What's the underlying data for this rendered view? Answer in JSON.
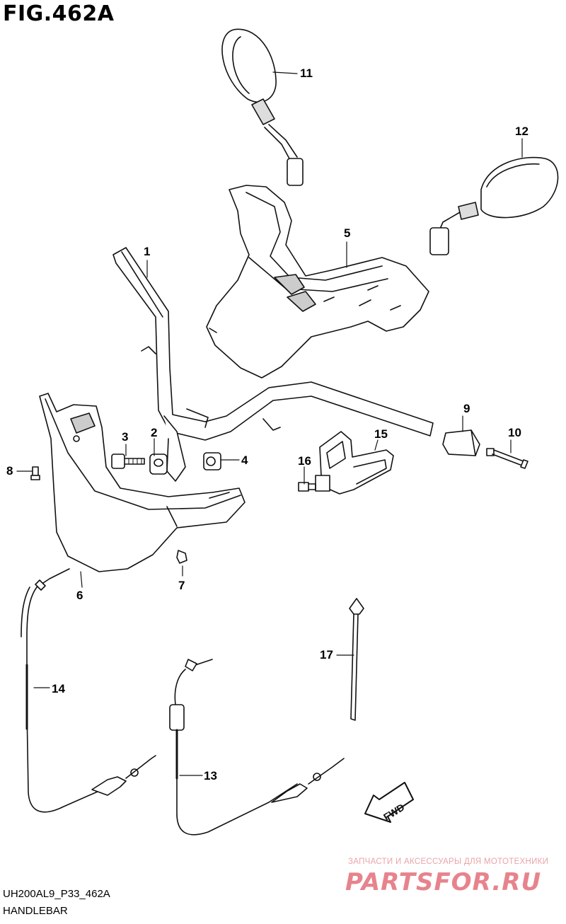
{
  "figure": {
    "title": "FIG.462A"
  },
  "callouts": [
    {
      "id": "1",
      "label": "1"
    },
    {
      "id": "2",
      "label": "2"
    },
    {
      "id": "3",
      "label": "3"
    },
    {
      "id": "4",
      "label": "4"
    },
    {
      "id": "5",
      "label": "5"
    },
    {
      "id": "6",
      "label": "6"
    },
    {
      "id": "7",
      "label": "7"
    },
    {
      "id": "8",
      "label": "8"
    },
    {
      "id": "9",
      "label": "9"
    },
    {
      "id": "10",
      "label": "10"
    },
    {
      "id": "11",
      "label": "11"
    },
    {
      "id": "12",
      "label": "12"
    },
    {
      "id": "13",
      "label": "13"
    },
    {
      "id": "14",
      "label": "14"
    },
    {
      "id": "15",
      "label": "15"
    },
    {
      "id": "16",
      "label": "16"
    },
    {
      "id": "17",
      "label": "17"
    }
  ],
  "direction_arrow": {
    "label": "FWD"
  },
  "footer": {
    "code": "UH200AL9_P33_462A",
    "name": "HANDLEBAR"
  },
  "watermark": {
    "tagline": "ЗАПЧАСТИ И АКСЕССУАРЫ ДЛЯ МОТОТЕХНИКИ",
    "logo": "PARTSFOR.RU"
  },
  "colors": {
    "line": "#111111",
    "shade": "#bdbdbd",
    "watermark": "#e05a66"
  }
}
